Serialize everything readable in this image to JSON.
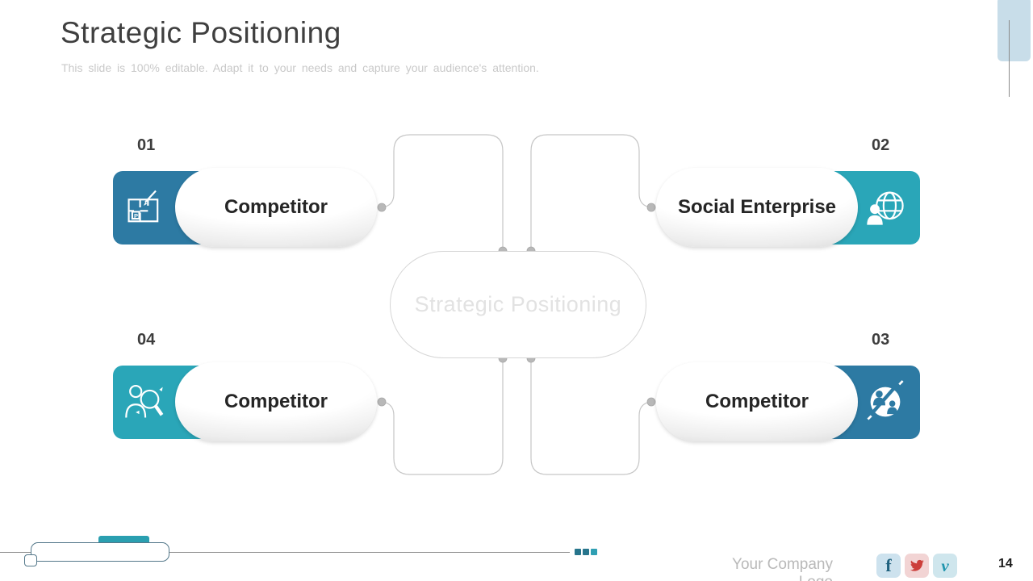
{
  "slide": {
    "title": "Strategic Positioning",
    "subtitle": "This slide is 100% editable. Adapt it to your needs and capture your audience's attention.",
    "center_label": "Strategic Positioning",
    "page_number": "14"
  },
  "items": [
    {
      "number": "01",
      "label": "Competitor",
      "icon": "blueprint-icon",
      "color": "#2d7aa3",
      "position": "top-left"
    },
    {
      "number": "02",
      "label": "Social Enterprise",
      "icon": "person-globe-icon",
      "color": "#2aa6b8",
      "position": "top-right"
    },
    {
      "number": "03",
      "label": "Competitor",
      "icon": "no-competitor-icon",
      "color": "#2d7aa3",
      "position": "bottom-right"
    },
    {
      "number": "04",
      "label": "Competitor",
      "icon": "person-search-icon",
      "color": "#2aa6b8",
      "position": "bottom-left"
    }
  ],
  "footer": {
    "company_logo_text": "Your Company Logo",
    "social_icons": [
      {
        "name": "facebook",
        "glyph": "f",
        "bg": "#cde2ee",
        "fg": "#20617e"
      },
      {
        "name": "twitter",
        "glyph": "bird",
        "bg": "#f2d4d4",
        "fg": "#cc3f3b"
      },
      {
        "name": "vimeo",
        "glyph": "v",
        "bg": "#cfe6ed",
        "fg": "#2195ad"
      }
    ]
  },
  "colors": {
    "accent_dark_teal": "#2d7aa3",
    "accent_light_teal": "#2aa6b8",
    "connector_gray": "#c6c6c6",
    "corner_decor_blue": "#c8dde9",
    "placeholder_teal": "#2a9fb0"
  }
}
